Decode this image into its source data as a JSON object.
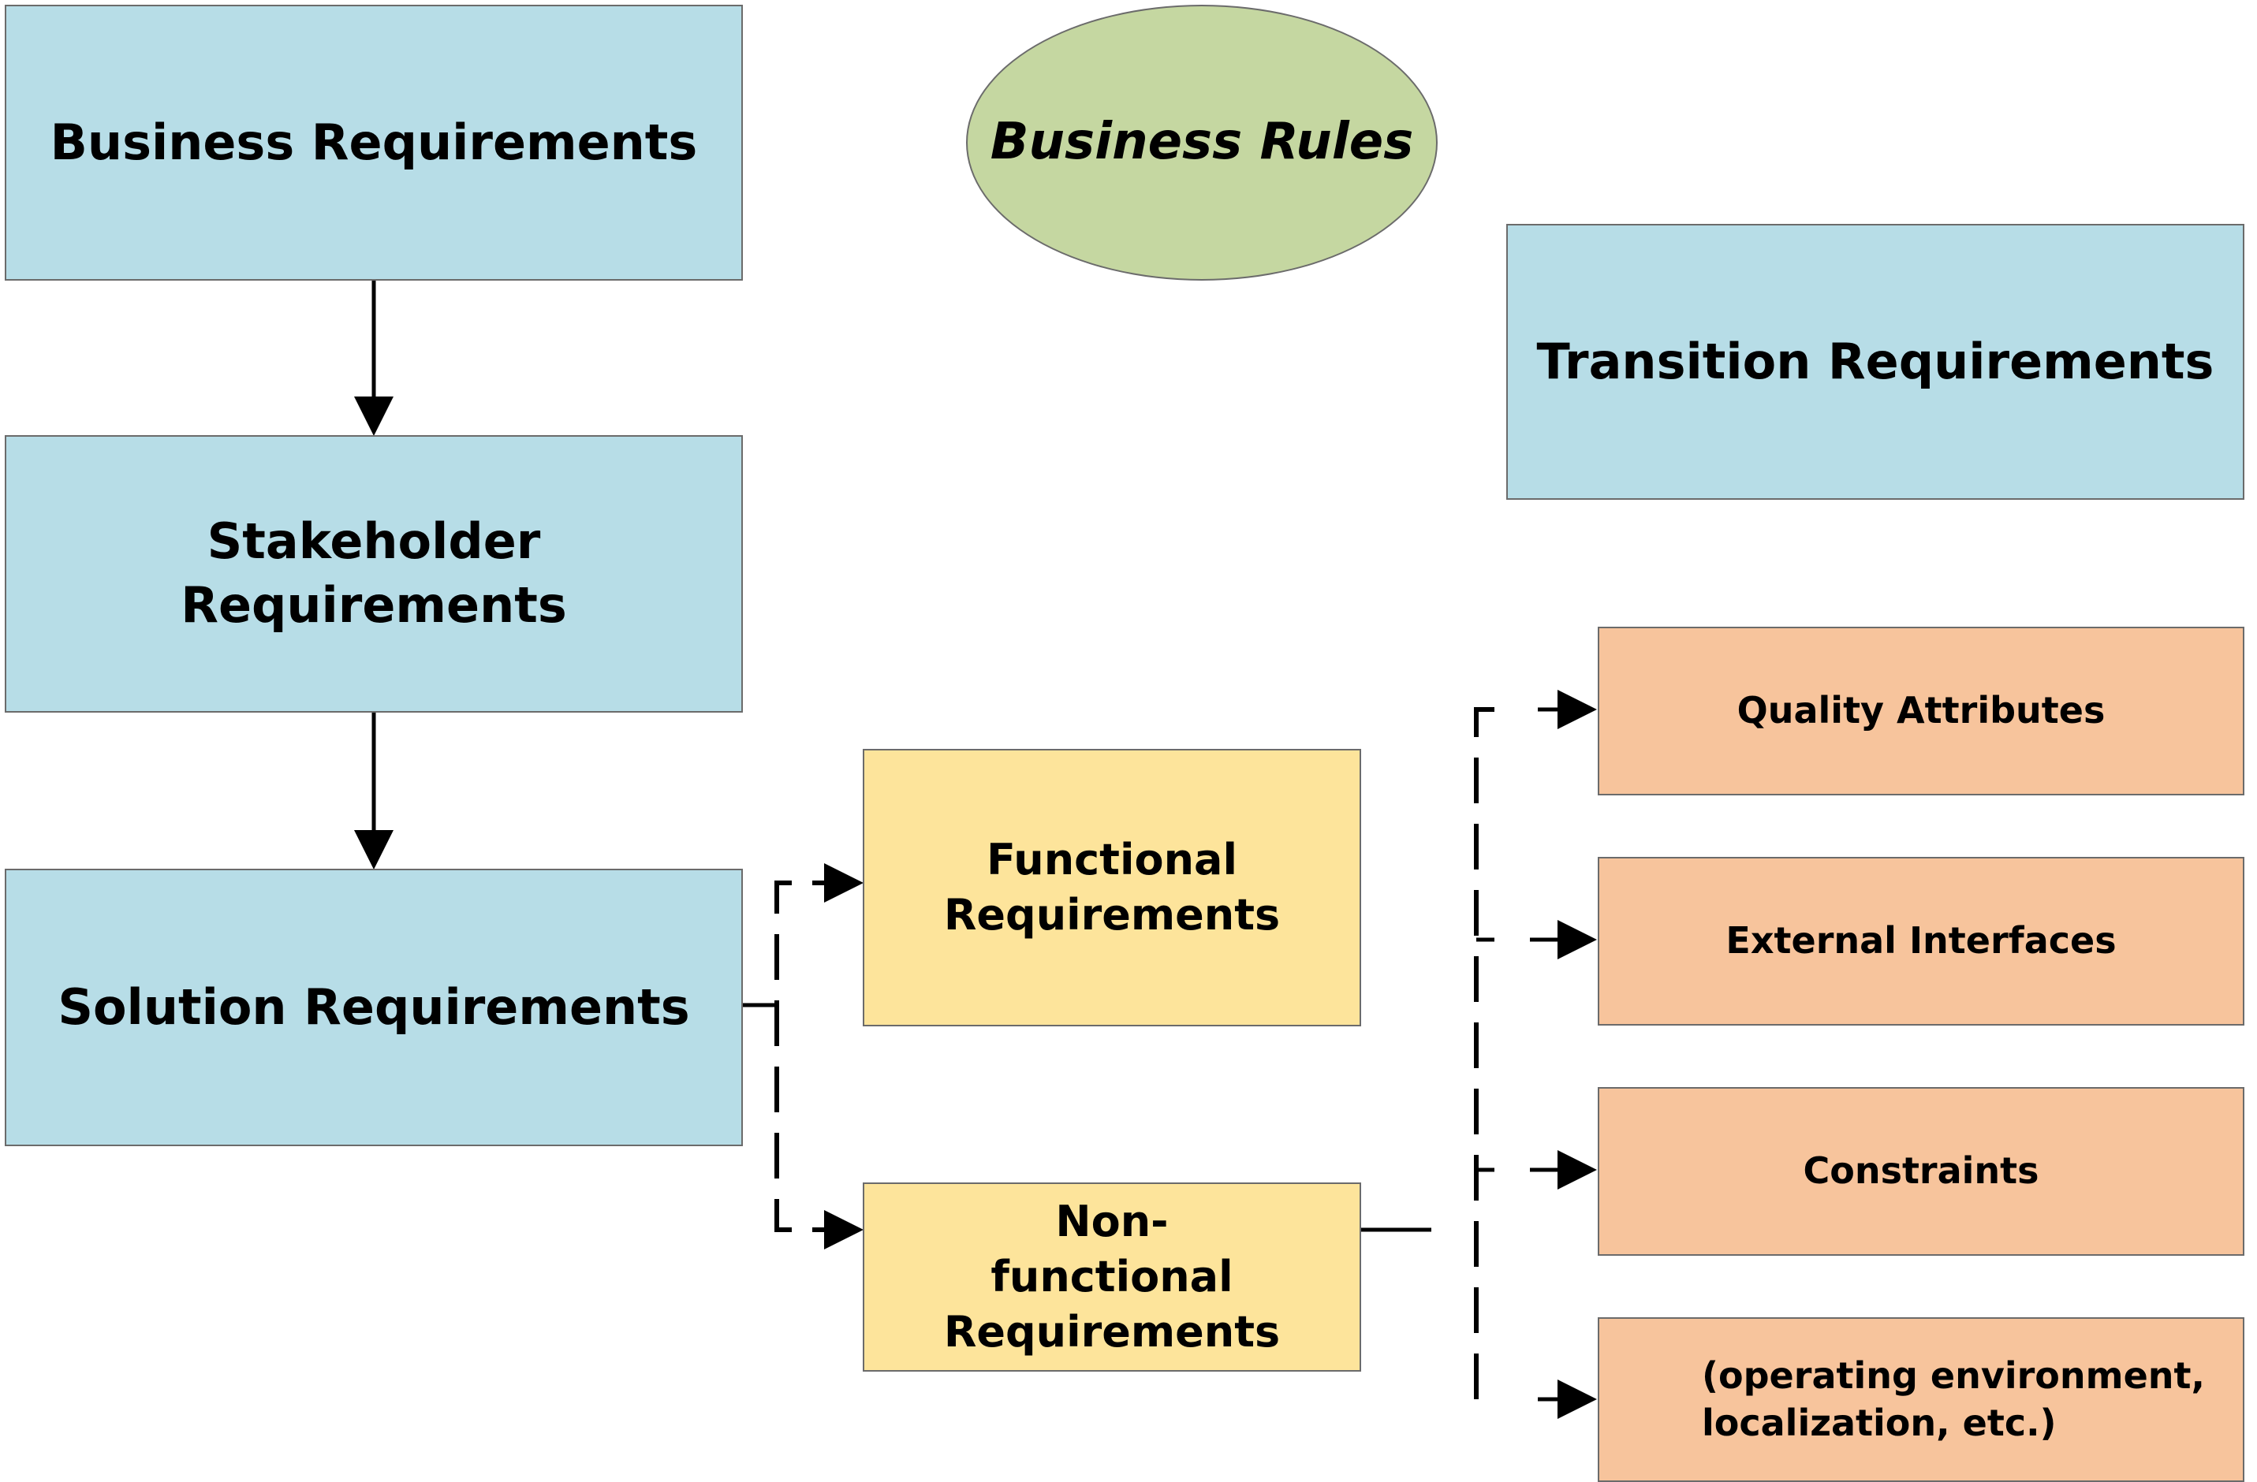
{
  "nodes": {
    "business_requirements": "Business Requirements",
    "business_rules": "Business Rules",
    "transition_requirements": "Transition Requirements",
    "stakeholder_requirements": "Stakeholder Requirements",
    "solution_requirements": "Solution Requirements",
    "functional_requirements": "Functional Requirements",
    "nonfunctional_requirements": "Non-functional Requirements",
    "quality_attributes": "Quality Attributes",
    "external_interfaces": "External Interfaces",
    "constraints": "Constraints",
    "operating_environment": "(operating environment, localization, etc.)"
  },
  "colors": {
    "requirement_level": "#b7dde7",
    "business_rules": "#c5d7a1",
    "requirement_type": "#fde49b",
    "nonfunctional_category": "#f7c49c"
  }
}
